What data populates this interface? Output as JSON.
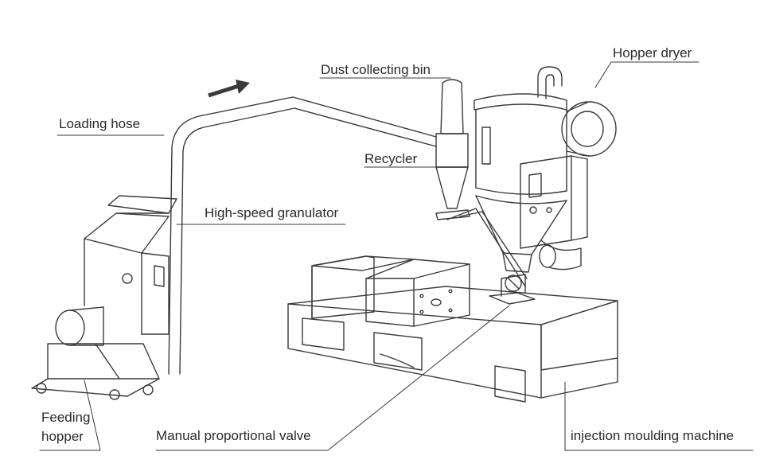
{
  "labels": {
    "hopper_dryer": "Hopper dryer",
    "dust_collecting_bin": "Dust collecting bin",
    "loading_hose": "Loading hose",
    "recycler": "Recycler",
    "high_speed_granulator": "High-speed granulator",
    "feeding_hopper_line1": "Feeding",
    "feeding_hopper_line2": "hopper",
    "manual_proportional_valve": "Manual proportional valve",
    "injection_moulding_machine": "injection moulding machine"
  },
  "colors": {
    "line": "#3a3a3a",
    "text": "#2a2a2a",
    "background": "#ffffff"
  }
}
